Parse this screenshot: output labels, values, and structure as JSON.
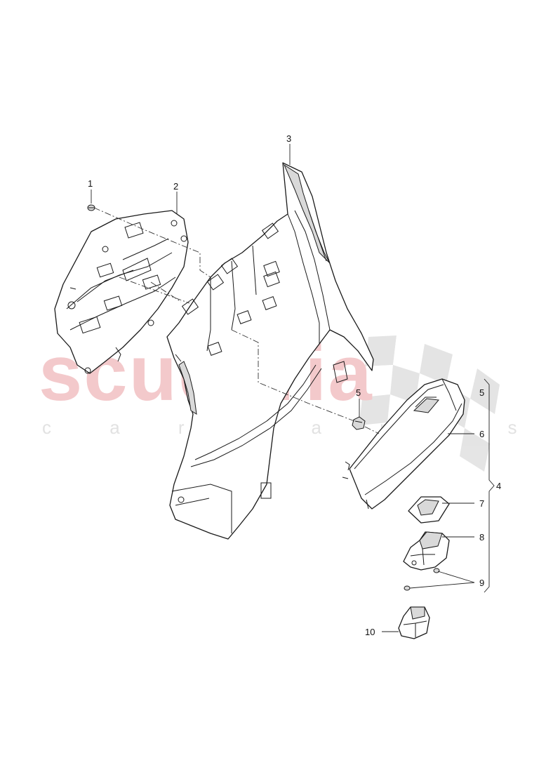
{
  "watermark": {
    "brand": "scuderia",
    "tagline": "c a r   p a r t s"
  },
  "callouts": {
    "c1": "1",
    "c2": "2",
    "c3": "3",
    "c5a": "5",
    "c5b": "5",
    "c6": "6",
    "c4": "4",
    "c7": "7",
    "c8": "8",
    "c9": "9",
    "c10": "10"
  },
  "colors": {
    "watermark_red": "#f3c9cb",
    "watermark_grey": "#e2e2e2",
    "line": "#1a1a1a"
  }
}
